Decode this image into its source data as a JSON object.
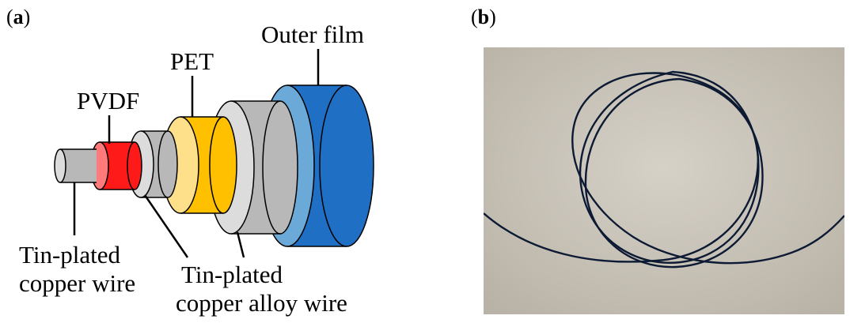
{
  "panel_a": {
    "label_letter": "a",
    "callouts": {
      "outer_film": "Outer film",
      "pet": "PET",
      "pvdf": "PVDF",
      "core_wire_line1": "Tin-plated",
      "core_wire_line2": "copper wire",
      "alloy_wire_line1": "Tin-plated",
      "alloy_wire_line2": "copper alloy wire"
    },
    "layer_colors": {
      "outer_film_side": "#1f6fc4",
      "outer_film_face": "#6aa9d8",
      "alloy_wire_side": "#b8b8b8",
      "alloy_wire_face": "#dcdcdc",
      "pet_side": "#ffc000",
      "pet_face": "#ffe08a",
      "inner_wire_side": "#b8b8b8",
      "inner_wire_face": "#dcdcdc",
      "pvdf_side": "#ff1a1a",
      "pvdf_face": "#ff7a7a",
      "core_side": "#b8b8b8",
      "core_face": "#dcdcdc"
    }
  },
  "panel_b": {
    "label_letter": "b",
    "photo_colors": {
      "background": "#cbc6bc",
      "wire": "#0d1a33"
    }
  }
}
